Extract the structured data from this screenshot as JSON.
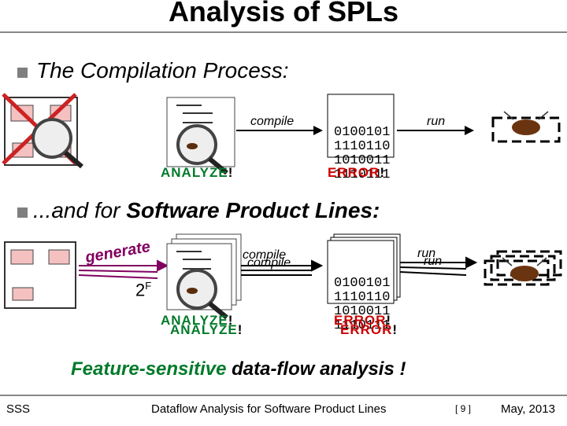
{
  "title": "Analysis of SPLs",
  "sections": [
    {
      "heading": "The Compilation Process:"
    },
    {
      "heading_prefix": "...and for ",
      "heading_emph": "Software Product Lines:"
    }
  ],
  "compile_label": "compile",
  "run_label": "run",
  "generate_label": "generate",
  "binary": [
    "0100101",
    "1110110",
    "1010011",
    "1110111"
  ],
  "analyze_label": "ANALYZE",
  "error_label": "ERROR",
  "excl": "!",
  "two_label": "2",
  "f_sup": "F",
  "punchline": {
    "emph": "Feature-sensitive",
    "rest": " data-flow analysis !"
  },
  "footer": {
    "left": "SSS",
    "center": "Dataflow Analysis for Software Product Lines",
    "page": "[ 9 ]",
    "date": "May, 2013"
  },
  "colors": {
    "analyze": "#007a2a",
    "error": "#cc0000",
    "punch_emph": "#007a2a",
    "bullet": "#7f7f7f"
  }
}
